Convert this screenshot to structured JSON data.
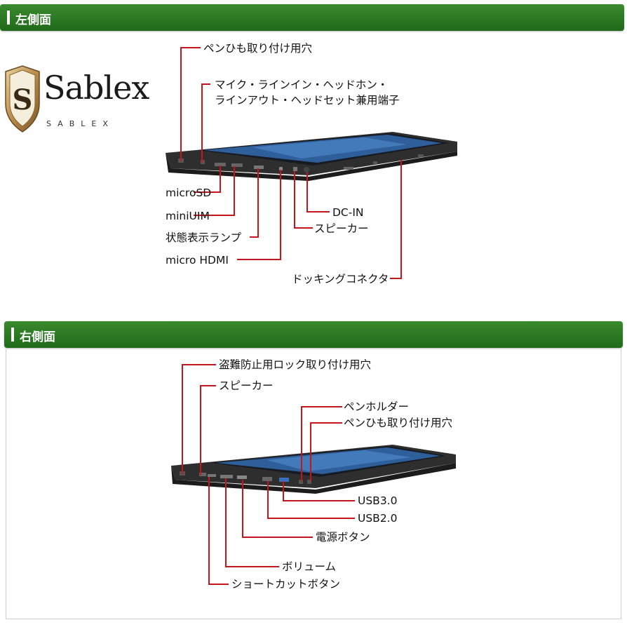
{
  "left_section": {
    "title": "左側面",
    "labels": {
      "pen_strap_hole": "ペンひも取り付け用穴",
      "audio_jack_line1": "マイク・ラインイン・ヘッドホン・",
      "audio_jack_line2": "ラインアウト・ヘッドセット兼用端子",
      "microsd": "microSD",
      "miniuim": "miniUIM",
      "status_lamp": "状態表示ランプ",
      "micro_hdmi": "micro HDMI",
      "dc_in": "DC-IN",
      "speaker": "スピーカー",
      "docking_connector": "ドッキングコネクタ"
    }
  },
  "right_section": {
    "title": "右側面",
    "labels": {
      "security_lock_hole": "盗難防止用ロック取り付け用穴",
      "speaker": "スピーカー",
      "pen_holder": "ペンホルダー",
      "pen_strap_hole": "ペンひも取り付け用穴",
      "usb3": "USB3.0",
      "usb2": "USB2.0",
      "power_button": "電源ボタン",
      "volume": "ボリューム",
      "shortcut_button": "ショートカットボタン"
    }
  },
  "logo": {
    "name": "Sablex",
    "subtitle": "SABLEX",
    "emblem_letter": "S"
  },
  "colors": {
    "header_green": "#2a7d22",
    "leader_red": "#c4161c",
    "device_dark": "#2b2b2b"
  }
}
